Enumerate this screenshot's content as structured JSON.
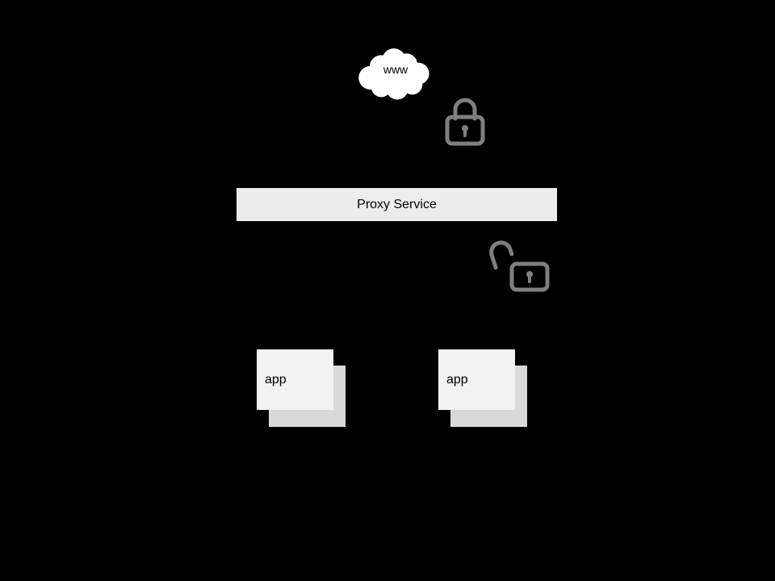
{
  "diagram": {
    "cloud": {
      "label": "www",
      "icon": "cloud-icon"
    },
    "proxy": {
      "label": "Proxy Service"
    },
    "locks": {
      "top": "closed-padlock-icon",
      "bottom": "open-padlock-icon"
    },
    "apps": [
      {
        "label": "app"
      },
      {
        "label": "app"
      }
    ],
    "colors": {
      "background": "#000000",
      "cloud_fill": "#ffffff",
      "lock_stroke": "#7f7f7f",
      "proxy_fill": "#ececec",
      "app_front_fill": "#f2f2f2",
      "app_shadow_fill": "#d9d9d9",
      "text": "#000000"
    }
  }
}
